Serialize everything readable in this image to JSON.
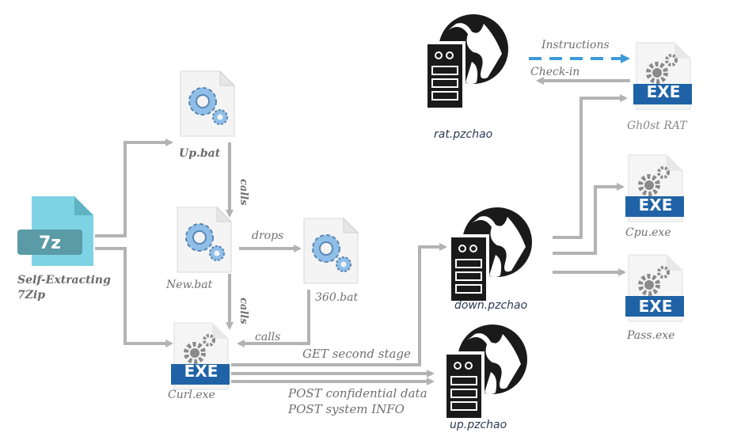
{
  "nodes": {
    "sfx": {
      "label_line1": "Self-Extracting",
      "label_line2": "7Zip",
      "badge": "7z"
    },
    "up_bat": {
      "label": "Up.bat"
    },
    "new_bat": {
      "label": "New.bat"
    },
    "bat_360": {
      "label": "360.bat"
    },
    "curl": {
      "label": "Curl.exe",
      "badge": "EXE"
    },
    "rat_server": {
      "label": "rat.pzchao"
    },
    "down_server": {
      "label": "down.pzchao"
    },
    "up_server": {
      "label": "up.pzchao"
    },
    "gh0st": {
      "label": "Gh0st RAT",
      "badge": "EXE"
    },
    "cpu": {
      "label": "Cpu.exe",
      "badge": "EXE"
    },
    "pass": {
      "label": "Pass.exe",
      "badge": "EXE"
    }
  },
  "edges": {
    "up_to_new": "calls",
    "new_drops_360": "drops",
    "new_to_curl": "calls",
    "b360_to_curl": "calls",
    "curl_get": "GET second stage",
    "curl_post1": "POST confidential data",
    "curl_post2": "POST system INFO",
    "instructions": "Instructions",
    "checkin": "Check-in"
  },
  "colors": {
    "arrow_gray": "#b3b3b3",
    "instructions_blue": "#3d9ad8",
    "exe_band": "#1f63a6",
    "sfx_body": "#7dd3e3",
    "sfx_band": "#5a9ba6"
  }
}
